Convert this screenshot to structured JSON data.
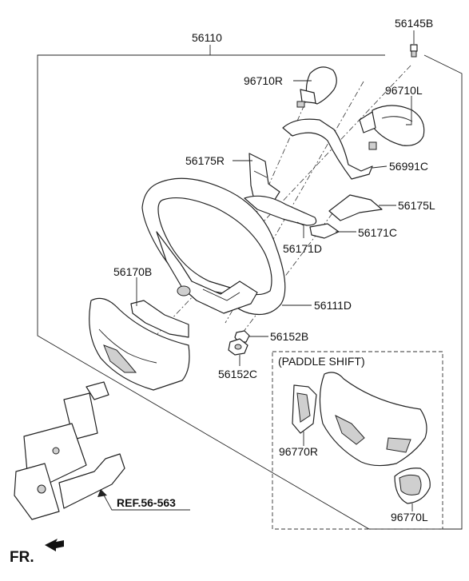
{
  "labels": {
    "p56145B": "56145B",
    "p56110": "56110",
    "p96710R": "96710R",
    "p96710L": "96710L",
    "p56175R": "56175R",
    "p56991C": "56991C",
    "p56175L": "56175L",
    "p56171C": "56171C",
    "p56171D": "56171D",
    "p56170B": "56170B",
    "p56111D": "56111D",
    "p56152B": "56152B",
    "p56152C": "56152C",
    "paddle_title": "(PADDLE SHIFT)",
    "p96770R": "96770R",
    "p96770L": "96770L",
    "ref": "REF.56-563",
    "fr": "FR."
  }
}
